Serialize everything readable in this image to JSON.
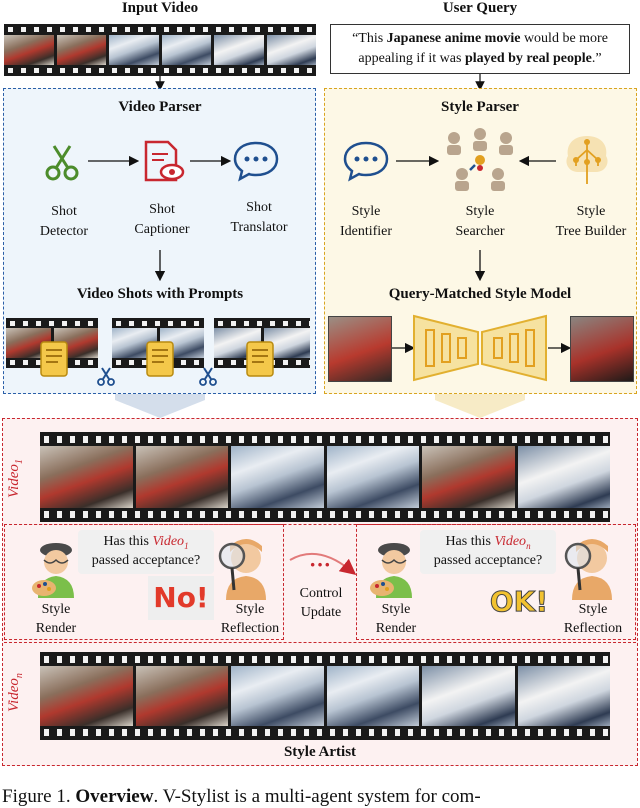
{
  "top": {
    "input_video_title": "Input Video",
    "user_query_title": "User Query",
    "query_parts": {
      "p1": "“This ",
      "p2": "Japanese anime movie",
      "p3": " would be more",
      "p4": "appealing if it was ",
      "p5": "played by real people",
      "p6": ".”"
    }
  },
  "video_parser": {
    "title": "Video Parser",
    "shot_detector": [
      "Shot",
      "Detector"
    ],
    "shot_captioner": [
      "Shot",
      "Captioner"
    ],
    "shot_translator": [
      "Shot",
      "Translator"
    ],
    "output_title": "Video Shots with Prompts"
  },
  "style_parser": {
    "title": "Style Parser",
    "style_identifier": [
      "Style",
      "Identifier"
    ],
    "style_searcher": [
      "Style",
      "Searcher"
    ],
    "style_tree_builder": [
      "Style",
      "Tree Builder"
    ],
    "output_title": "Query-Matched Style Model"
  },
  "style_artist": {
    "title": "Style Artist",
    "video1_label": "Video",
    "video1_sub": "1",
    "videon_label": "Video",
    "videon_sub": "n",
    "left_question_a": "Has this ",
    "left_question_video": "Video",
    "left_question_sub": "1",
    "left_question_b": "passed acceptance?",
    "right_question_a": "Has this ",
    "right_question_video": "Video",
    "right_question_sub": "n",
    "right_question_b": "passed acceptance?",
    "style_render": [
      "Style",
      "Render"
    ],
    "style_reflection": [
      "Style",
      "Reflection"
    ],
    "no_badge": "No!",
    "ok_badge": "OK!",
    "control_update": [
      "Control",
      "Update"
    ],
    "dots": "···"
  },
  "caption": {
    "prefix": "Figure 1. ",
    "bold": "Overview",
    "text": ". V-Stylist is a multi-agent system for com-"
  },
  "colors": {
    "parser_blue": "#2b5fa8",
    "parser_gold": "#d9a520",
    "artist_red": "#c8272f",
    "icon_green": "#4c8c2b",
    "icon_red": "#c8272f",
    "icon_blue": "#1f4f8f"
  }
}
